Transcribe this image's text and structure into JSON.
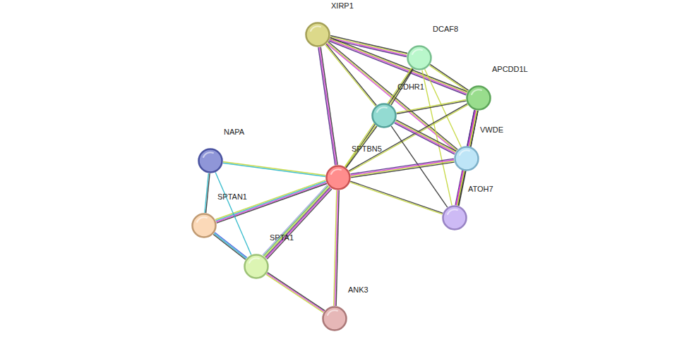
{
  "diagram": {
    "nodes": [
      {
        "text": [
          "XIRP1"
        ]
      },
      {
        "text": [
          "DCAF8"
        ]
      },
      {
        "text": [
          "APCDD1L"
        ]
      },
      {
        "text": [
          "CDHR1"
        ]
      },
      {
        "text": [
          "VWDE"
        ]
      },
      {
        "text": [
          "NAPA"
        ]
      },
      {
        "text": [
          "SPTBN5"
        ]
      },
      {
        "text": [
          "ATOH7"
        ]
      },
      {
        "text": [
          "SPTAN1"
        ]
      },
      {
        "text": [
          "SPTA1"
        ]
      },
      {
        "text": [
          "ANK3"
        ]
      }
    ],
    "edges": [
      {
        "from": 0,
        "to": 1,
        "arrow": "none"
      },
      {
        "from": 0,
        "to": 2,
        "arrow": "none"
      },
      {
        "from": 0,
        "to": 3,
        "arrow": "none"
      },
      {
        "from": 0,
        "to": 4,
        "arrow": "none"
      },
      {
        "from": 0,
        "to": 6,
        "arrow": "none"
      },
      {
        "from": 1,
        "to": 2,
        "arrow": "none"
      },
      {
        "from": 1,
        "to": 3,
        "arrow": "none"
      },
      {
        "from": 1,
        "to": 4,
        "arrow": "none"
      },
      {
        "from": 1,
        "to": 7,
        "arrow": "none"
      },
      {
        "from": 1,
        "to": 6,
        "arrow": "none"
      },
      {
        "from": 2,
        "to": 3,
        "arrow": "none"
      },
      {
        "from": 2,
        "to": 4,
        "arrow": "none"
      },
      {
        "from": 2,
        "to": 7,
        "arrow": "none"
      },
      {
        "from": 2,
        "to": 6,
        "arrow": "none"
      },
      {
        "from": 3,
        "to": 4,
        "arrow": "none"
      },
      {
        "from": 3,
        "to": 7,
        "arrow": "none"
      },
      {
        "from": 3,
        "to": 6,
        "arrow": "none"
      },
      {
        "from": 4,
        "to": 6,
        "arrow": "none"
      },
      {
        "from": 4,
        "to": 7,
        "arrow": "none"
      },
      {
        "from": 6,
        "to": 7,
        "arrow": "none"
      },
      {
        "from": 6,
        "to": 5,
        "arrow": "none"
      },
      {
        "from": 6,
        "to": 8,
        "arrow": "none"
      },
      {
        "from": 6,
        "to": 9,
        "arrow": "none"
      },
      {
        "from": 6,
        "to": 10,
        "arrow": "none"
      },
      {
        "from": 5,
        "to": 8,
        "arrow": "none"
      },
      {
        "from": 5,
        "to": 9,
        "arrow": "none"
      },
      {
        "from": 8,
        "to": 9,
        "arrow": "none"
      },
      {
        "from": 9,
        "to": 10,
        "arrow": "none"
      }
    ]
  }
}
